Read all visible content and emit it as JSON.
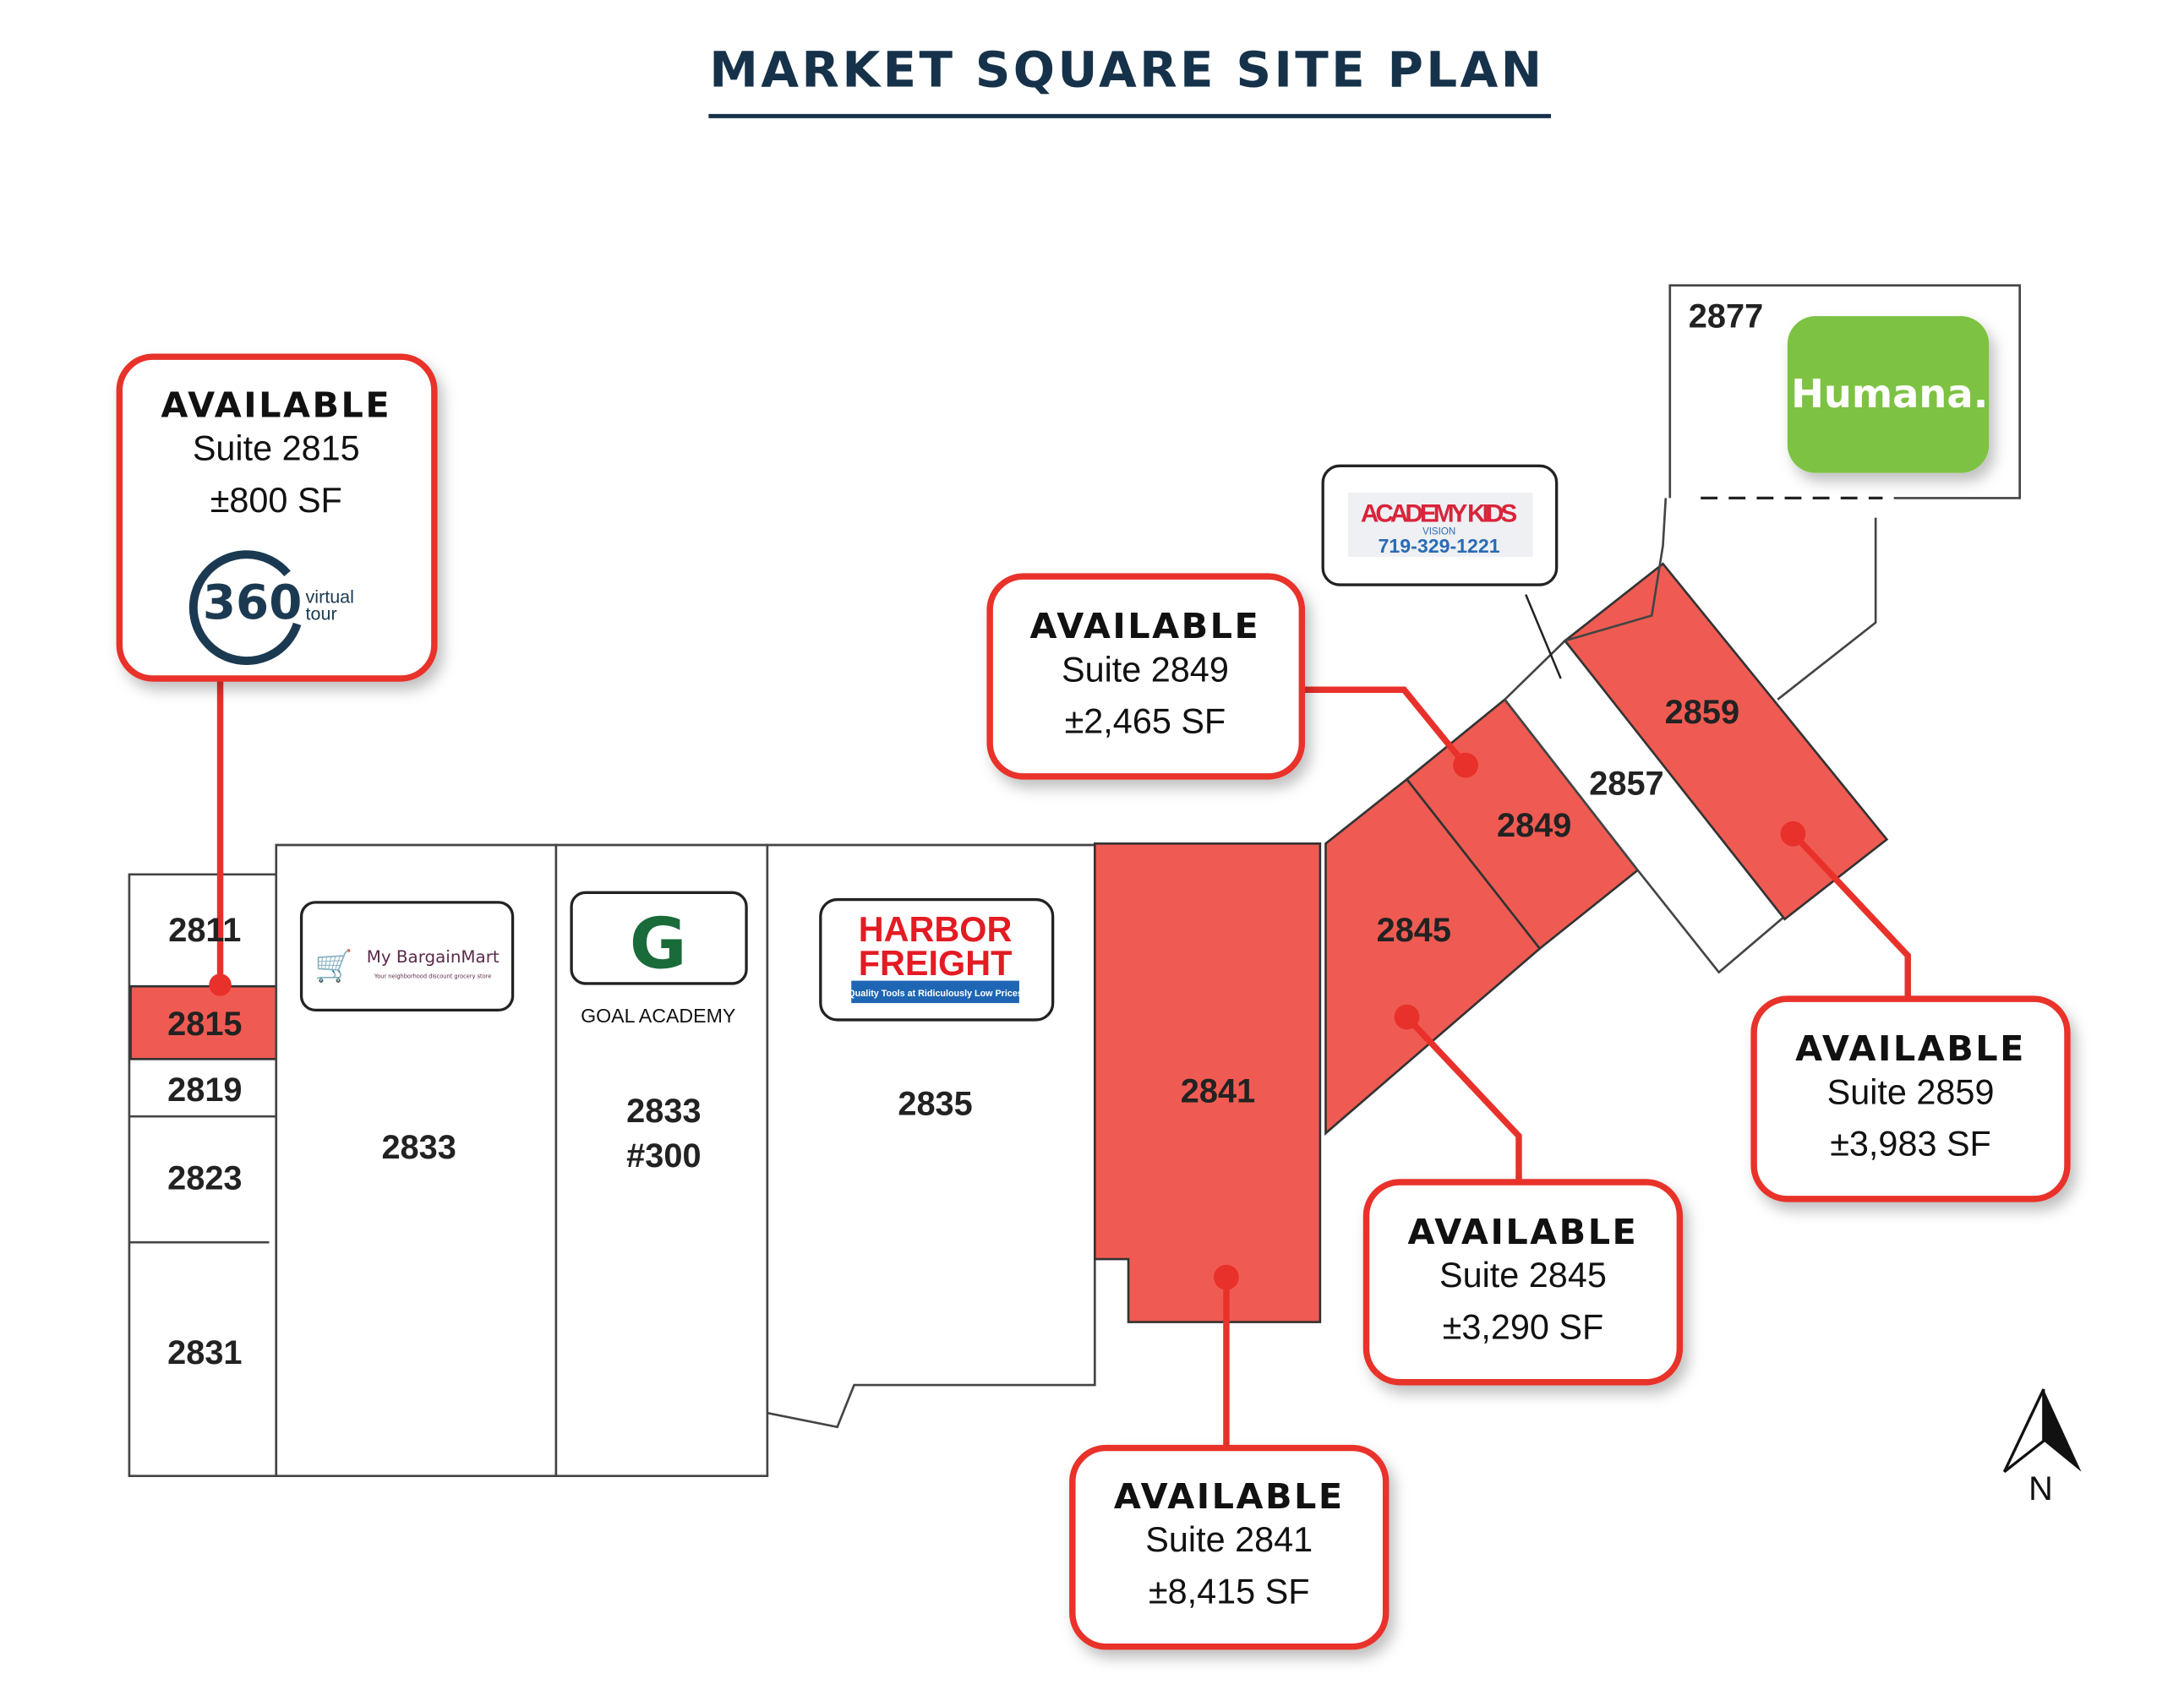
{
  "title": "MARKET SQUARE SITE PLAN",
  "colors": {
    "title": "#16324a",
    "available": "#ef5b52",
    "callout_border": "#e8312a",
    "humana": "#7dc242"
  },
  "units": {
    "u2811": "2811",
    "u2815": "2815",
    "u2819": "2819",
    "u2823": "2823",
    "u2831": "2831",
    "u2833": "2833",
    "u2833b_line1": "2833",
    "u2833b_line2": "#300",
    "u2835": "2835",
    "u2841": "2841",
    "u2845": "2845",
    "u2849": "2849",
    "u2857": "2857",
    "u2859": "2859",
    "u2877": "2877"
  },
  "tenants": {
    "bargainmart": {
      "name": "My BargainMart",
      "tagline": "Your neighborhood discount grocery store"
    },
    "goal": {
      "mark": "G",
      "name": "GOAL  ACADEMY"
    },
    "harbor": {
      "line1": "HARBOR",
      "line2": "FREIGHT",
      "tagline": "Quality Tools at Ridiculously Low Prices"
    },
    "academy_kids": {
      "name": "ACADEMY KIDS",
      "sub": "VISION",
      "phone": "719-329-1221"
    },
    "humana": {
      "name": "Humana."
    }
  },
  "callouts": [
    {
      "status": "AVAILABLE",
      "suite": "Suite 2815",
      "size": "±800 SF",
      "tour_number": "360",
      "tour_label1": "virtual",
      "tour_label2": "tour"
    },
    {
      "status": "AVAILABLE",
      "suite": "Suite 2849",
      "size": "±2,465 SF"
    },
    {
      "status": "AVAILABLE",
      "suite": "Suite 2859",
      "size": "±3,983 SF"
    },
    {
      "status": "AVAILABLE",
      "suite": "Suite 2845",
      "size": "±3,290 SF"
    },
    {
      "status": "AVAILABLE",
      "suite": "Suite 2841",
      "size": "±8,415 SF"
    }
  ],
  "north_label": "N"
}
